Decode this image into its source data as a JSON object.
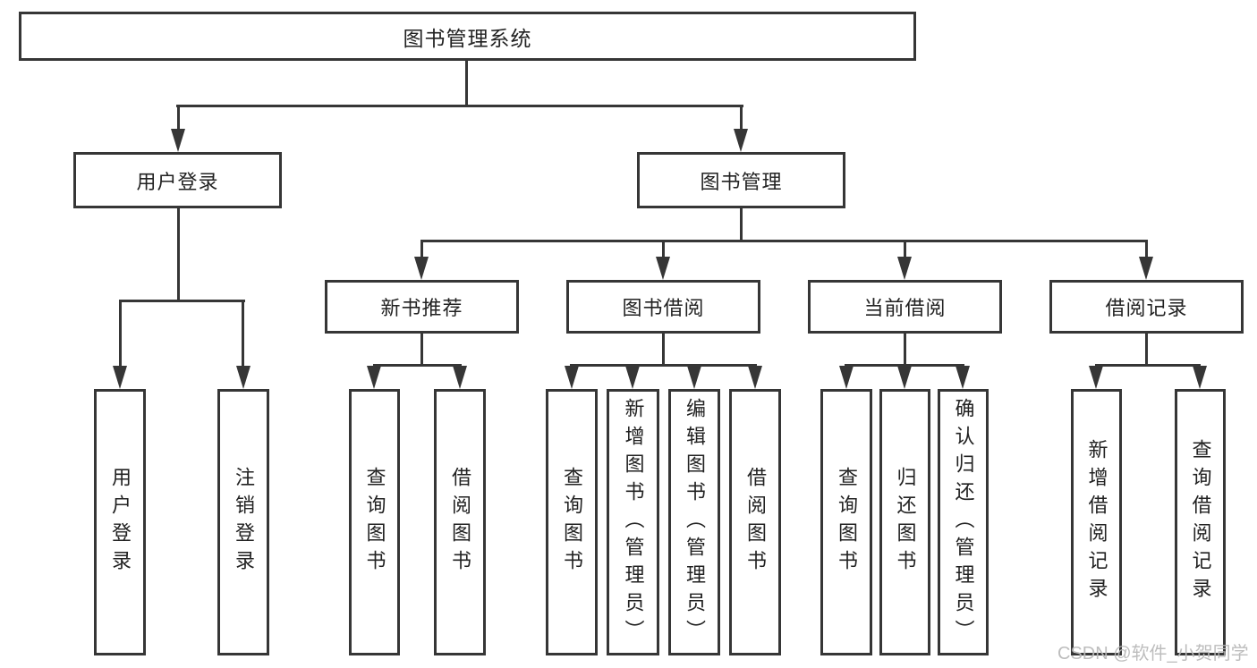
{
  "tree": {
    "label": "图书管理系统",
    "children": [
      {
        "label": "用户登录",
        "children": [
          {
            "label": "用户登录"
          },
          {
            "label": "注销登录"
          }
        ]
      },
      {
        "label": "图书管理",
        "children": [
          {
            "label": "新书推荐",
            "children": [
              {
                "label": "查询图书"
              },
              {
                "label": "借阅图书"
              }
            ]
          },
          {
            "label": "图书借阅",
            "children": [
              {
                "label": "查询图书"
              },
              {
                "label": "新增图书（管理员）"
              },
              {
                "label": "编辑图书（管理员）"
              },
              {
                "label": "借阅图书"
              }
            ]
          },
          {
            "label": "当前借阅",
            "children": [
              {
                "label": "查询图书"
              },
              {
                "label": "归还图书"
              },
              {
                "label": "确认归还（管理员）"
              }
            ]
          },
          {
            "label": "借阅记录",
            "children": [
              {
                "label": "新增借阅记录"
              },
              {
                "label": "查询借阅记录"
              }
            ]
          }
        ]
      }
    ]
  },
  "watermark": {
    "text": "CSDN @软件_小贺同学"
  },
  "colors": {
    "line": "#363636",
    "box_background": "#ffffff",
    "text": "#222222",
    "watermark": "#b9b9b9",
    "page_background": "#ffffff"
  }
}
